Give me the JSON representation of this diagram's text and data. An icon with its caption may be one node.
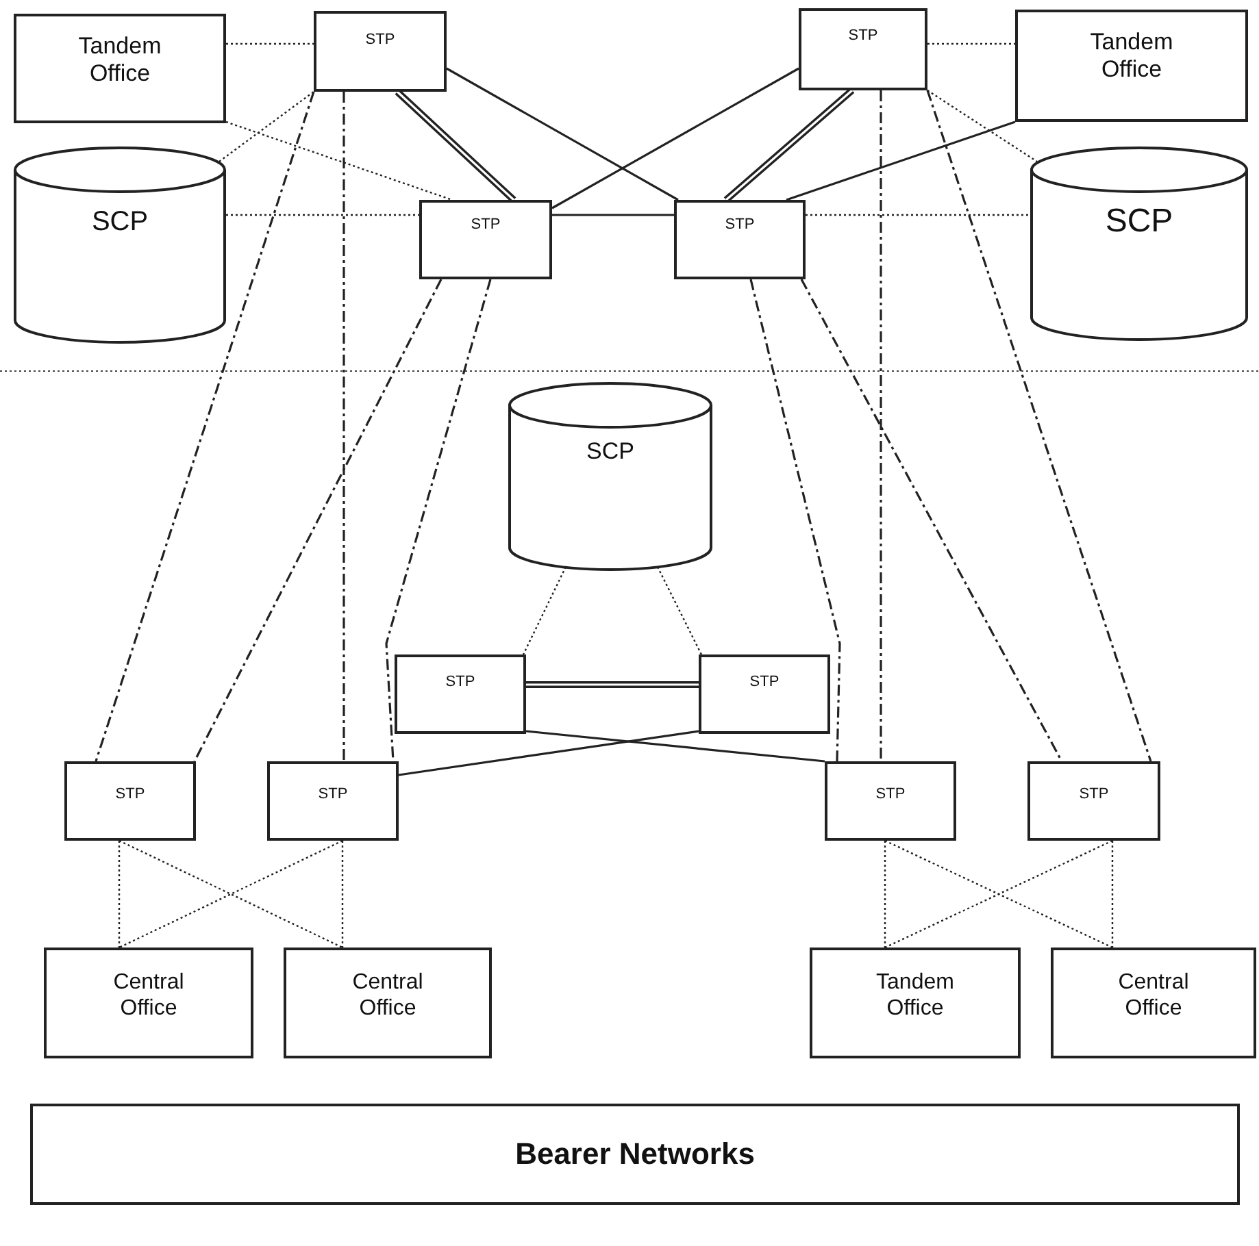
{
  "diagram": {
    "nodes": [
      {
        "text": [
          "Tandem Office"
        ]
      },
      {
        "text": [
          "STP"
        ]
      },
      {
        "text": [
          "STP"
        ]
      },
      {
        "text": [
          "Tandem Office"
        ]
      },
      {
        "text": [
          "SCP"
        ]
      },
      {
        "text": [
          "STP"
        ]
      },
      {
        "text": [
          "STP"
        ]
      },
      {
        "text": [
          "SCP"
        ]
      },
      {
        "text": [
          "SCP"
        ]
      },
      {
        "text": [
          "STP"
        ]
      },
      {
        "text": [
          "STP"
        ]
      },
      {
        "text": [
          "STP"
        ]
      },
      {
        "text": [
          "STP"
        ]
      },
      {
        "text": [
          "STP"
        ]
      },
      {
        "text": [
          "STP"
        ]
      },
      {
        "text": [
          "Central Office"
        ]
      },
      {
        "text": [
          "Central Office"
        ]
      },
      {
        "text": [
          "Tandem Office"
        ]
      },
      {
        "text": [
          "Central Office"
        ]
      },
      {
        "text": [
          "Bearer Networks"
        ]
      }
    ],
    "edges": [
      {
        "from": 0,
        "to": 1,
        "arrow": "none",
        "style": "dashed"
      },
      {
        "from": 0,
        "to": 5,
        "arrow": "none",
        "style": "dashed"
      },
      {
        "from": 4,
        "to": 1,
        "arrow": "none",
        "style": "dashed"
      },
      {
        "from": 4,
        "to": 5,
        "arrow": "none",
        "style": "dashed"
      },
      {
        "from": 1,
        "to": 5,
        "arrow": "none",
        "style": "thick"
      },
      {
        "from": 1,
        "to": 6,
        "arrow": "none"
      },
      {
        "from": 2,
        "to": 5,
        "arrow": "none"
      },
      {
        "from": 5,
        "to": 6,
        "arrow": "none"
      },
      {
        "from": 3,
        "to": 6,
        "arrow": "none"
      },
      {
        "from": 2,
        "to": 3,
        "arrow": "none",
        "style": "dashed"
      },
      {
        "from": 2,
        "to": 7,
        "arrow": "none",
        "style": "dashed"
      },
      {
        "from": 6,
        "to": 7,
        "arrow": "none",
        "style": "dashed"
      },
      {
        "from": 2,
        "to": 6,
        "arrow": "none",
        "style": "thick"
      },
      {
        "from": 8,
        "to": 9,
        "arrow": "none",
        "style": "dashed"
      },
      {
        "from": 8,
        "to": 10,
        "arrow": "none",
        "style": "dashed"
      },
      {
        "from": 9,
        "to": 10,
        "arrow": "none",
        "style": "thick"
      },
      {
        "from": 9,
        "to": 13,
        "arrow": "none"
      },
      {
        "from": 10,
        "to": 12,
        "arrow": "none"
      },
      {
        "from": 1,
        "to": 11,
        "arrow": "none",
        "style": "dashed"
      },
      {
        "from": 1,
        "to": 12,
        "arrow": "none",
        "style": "dashed"
      },
      {
        "from": 5,
        "to": 11,
        "arrow": "none",
        "style": "dashed"
      },
      {
        "from": 5,
        "to": 12,
        "arrow": "none",
        "style": "dashed"
      },
      {
        "from": 6,
        "to": 13,
        "arrow": "none",
        "style": "dashed"
      },
      {
        "from": 6,
        "to": 14,
        "arrow": "none",
        "style": "dashed"
      },
      {
        "from": 2,
        "to": 13,
        "arrow": "none",
        "style": "dashed"
      },
      {
        "from": 2,
        "to": 14,
        "arrow": "none",
        "style": "dashed"
      },
      {
        "from": 11,
        "to": 15,
        "arrow": "none",
        "style": "dashed"
      },
      {
        "from": 11,
        "to": 16,
        "arrow": "none",
        "style": "dashed"
      },
      {
        "from": 12,
        "to": 15,
        "arrow": "none",
        "style": "dashed"
      },
      {
        "from": 12,
        "to": 16,
        "arrow": "none",
        "style": "dashed"
      },
      {
        "from": 13,
        "to": 17,
        "arrow": "none",
        "style": "dashed"
      },
      {
        "from": 13,
        "to": 18,
        "arrow": "none",
        "style": "dashed"
      },
      {
        "from": 14,
        "to": 17,
        "arrow": "none",
        "style": "dashed"
      },
      {
        "from": 14,
        "to": 18,
        "arrow": "none",
        "style": "dashed"
      }
    ]
  }
}
